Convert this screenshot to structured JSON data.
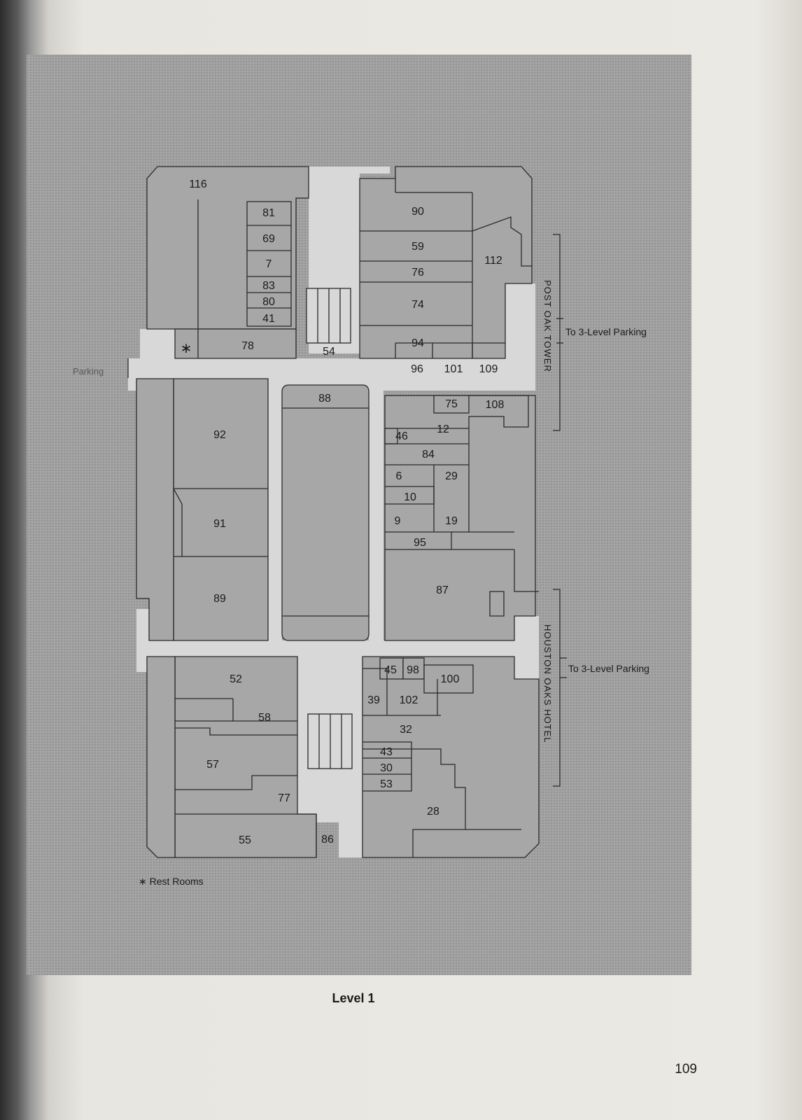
{
  "map": {
    "level_title": "Level 1",
    "page_number": "109",
    "legend_rest_rooms": "∗ Rest Rooms",
    "rest_room_marker": "∗",
    "parking_label": "Parking",
    "post_oak_tower": "POST OAK TOWER",
    "houston_oaks_hotel": "HOUSTON OAKS HOTEL",
    "parking_link_top": "To 3-Level Parking",
    "parking_link_bottom": "To 3-Level Parking",
    "colors": {
      "store": "#a7a7a7",
      "corridor": "#d8d8d8",
      "line": "#2a2a2a"
    },
    "store_numbers": {
      "s116": "116",
      "s81": "81",
      "s69": "69",
      "s7": "7",
      "s83": "83",
      "s80": "80",
      "s41": "41",
      "s78": "78",
      "s54": "54",
      "s90": "90",
      "s59": "59",
      "s76": "76",
      "s74": "74",
      "s94": "94",
      "s112": "112",
      "s96": "96",
      "s101": "101",
      "s109": "109",
      "s88": "88",
      "s75": "75",
      "s108": "108",
      "s12": "12",
      "s46": "46",
      "s84": "84",
      "s6": "6",
      "s29": "29",
      "s10": "10",
      "s9": "9",
      "s19": "19",
      "s95": "95",
      "s87": "87",
      "s92": "92",
      "s91": "91",
      "s89": "89",
      "s52": "52",
      "s58": "58",
      "s57": "57",
      "s77": "77",
      "s55": "55",
      "s86": "86",
      "s45": "45",
      "s98": "98",
      "s100": "100",
      "s39": "39",
      "s102": "102",
      "s32": "32",
      "s43": "43",
      "s30": "30",
      "s53": "53",
      "s28": "28"
    }
  }
}
